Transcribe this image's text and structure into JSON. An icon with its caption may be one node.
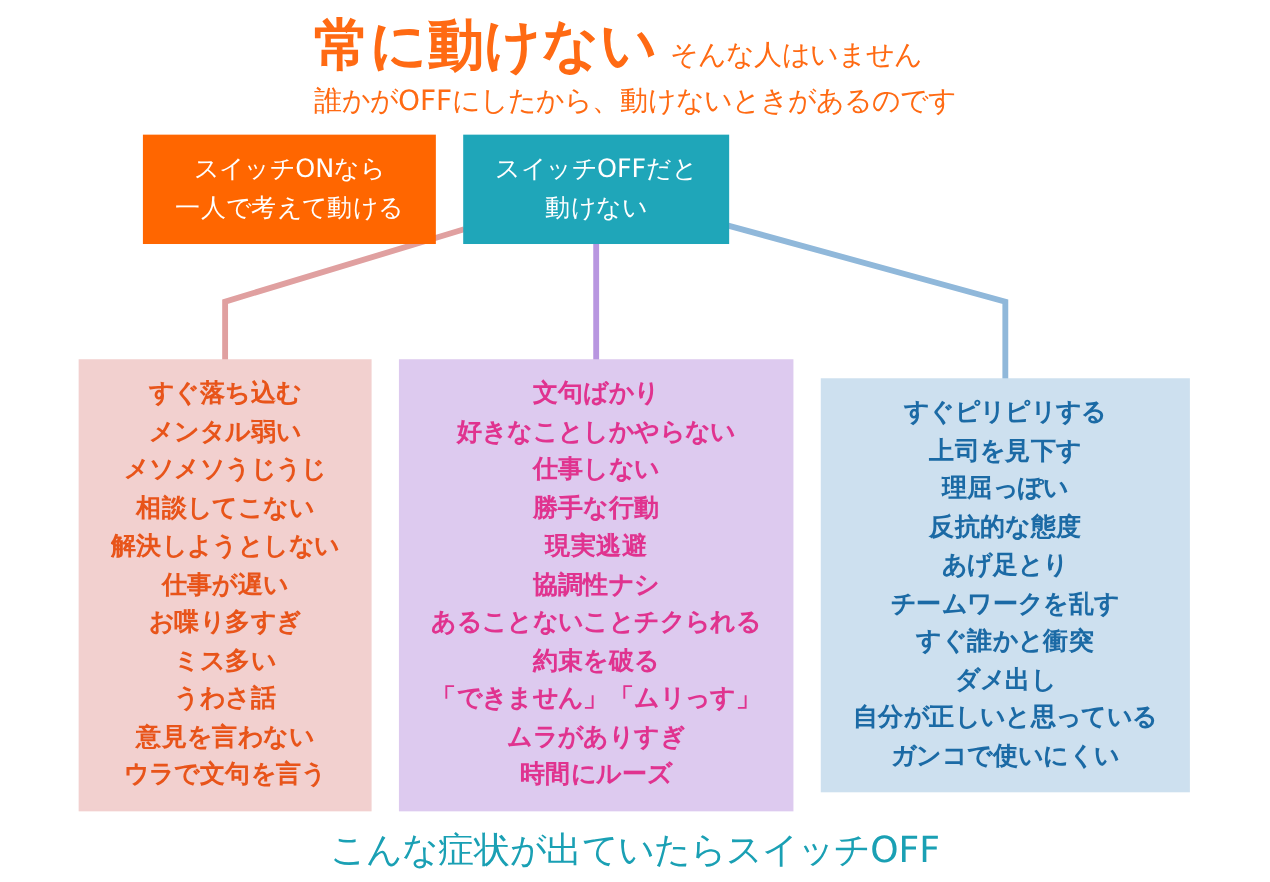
{
  "diagram": {
    "title": "常に動けない",
    "nodes": [
      {
        "text": [
          "スイッチONなら",
          "一人で考えて動ける"
        ]
      },
      {
        "text": [
          "スイッチOFFだと",
          "動けない"
        ]
      },
      {
        "text": [
          "すぐ落ち込む",
          "メンタル弱い",
          "メソメソうじうじ",
          "相談してこない",
          "解決しようとしない",
          "仕事が遅い",
          "お喋り多すぎ",
          "ミス多い",
          "うわさ話",
          "意見を言わない",
          "ウラで文句を言う"
        ]
      },
      {
        "text": [
          "文句ばかり",
          "好きなことしかやらない",
          "仕事しない",
          "勝手な行動",
          "現実逃避",
          "協調性ナシ",
          "あることないことチクられる",
          "約束を破る",
          "「できません」「ムリっす」",
          "ムラがありすぎ",
          "時間にルーズ"
        ]
      },
      {
        "text": [
          "すぐピリピリする",
          "上司を見下す",
          "理屈っぽい",
          "反抗的な態度",
          "あげ足とり",
          "チームワークを乱す",
          "すぐ誰かと衝突",
          "ダメ出し",
          "自分が正しいと思っている",
          "ガンコで使いにくい"
        ]
      }
    ],
    "edges": [
      {
        "from": 1,
        "to": 2,
        "arrow": "none",
        "color": "#e0a0a0"
      },
      {
        "from": 1,
        "to": 3,
        "arrow": "none",
        "color": "#b896e0"
      },
      {
        "from": 1,
        "to": 4,
        "arrow": "none",
        "color": "#90b8da"
      }
    ],
    "labels": [
      "そんな人はいません",
      "誰かがOFFにしたから、動けないときがあるのです"
    ],
    "caption": "こんな症状が出ていたらスイッチOFF"
  }
}
